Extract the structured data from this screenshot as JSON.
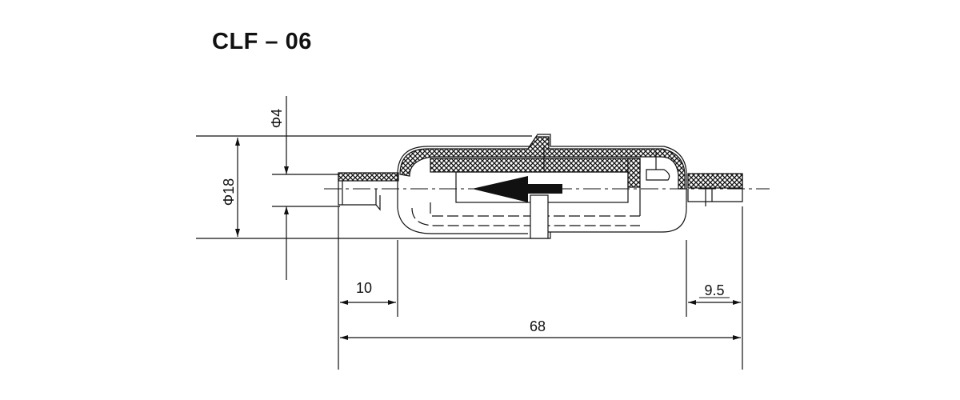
{
  "title": "CLF – 06",
  "dimensions": {
    "outer_diameter": "Φ18",
    "tube_diameter": "Φ4",
    "left_tube_length": "10",
    "right_tube_length": "9.5",
    "total_length": "68"
  },
  "colors": {
    "line": "#111111",
    "background": "#ffffff"
  }
}
